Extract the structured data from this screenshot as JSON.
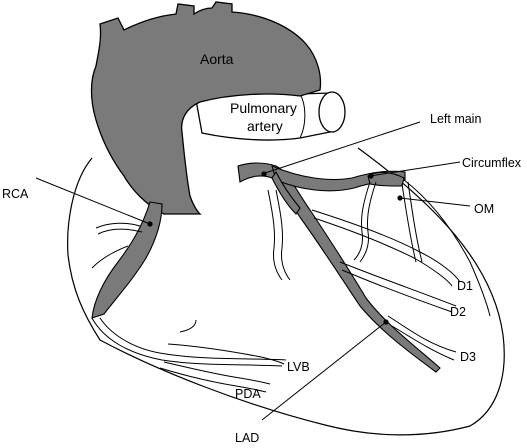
{
  "diagram": {
    "labels": {
      "aorta": "Aorta",
      "pulmonary_line1": "Pulmonary",
      "pulmonary_line2": "artery",
      "left_main": "Left main",
      "circumflex": "Circumflex",
      "rca": "RCA",
      "om": "OM",
      "d1": "D1",
      "d2": "D2",
      "d3": "D3",
      "lvb": "LVB",
      "pda": "PDA",
      "lad": "LAD"
    },
    "colors": {
      "vessel_fill": "#7a7a7a",
      "outline": "#000000",
      "background": "#ffffff"
    }
  }
}
